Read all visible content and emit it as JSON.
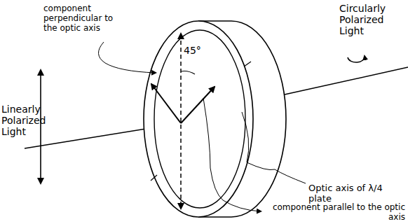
{
  "diagram": {
    "labels": [
      "component perpendicular to the optic axis",
      "Circularly Polarized Light",
      "45°",
      "Linearly Polarized Light",
      "Optic axis of λ/4 plate",
      "component parallel to the optic axis"
    ]
  }
}
